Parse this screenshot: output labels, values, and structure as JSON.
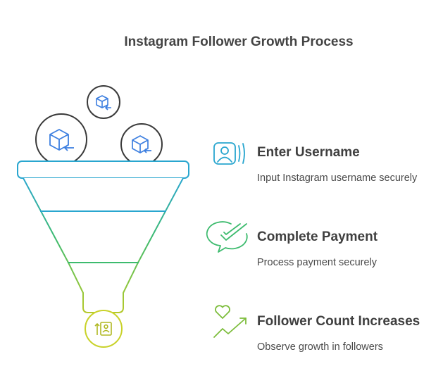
{
  "title": "Instagram Follower Growth Process",
  "steps": [
    {
      "icon": "user-profile-icon",
      "title": "Enter Username",
      "description": "Input Instagram username securely",
      "color": "#29a6cf"
    },
    {
      "icon": "payment-check-icon",
      "title": "Complete Payment",
      "description": "Process payment securely",
      "color": "#3dbb6e"
    },
    {
      "icon": "heart-growth-icon",
      "title": "Follower Count Increases",
      "description": "Observe growth in followers",
      "color": "#7dbd3c"
    }
  ],
  "funnel_inputs": [
    "box-arrow-icon",
    "box-arrow-icon",
    "box-arrow-icon"
  ],
  "funnel_output": "upload-profile-icon",
  "colors": {
    "blue": "#29a6cf",
    "green": "#3dbb6e",
    "lime": "#7dbd3c",
    "yellow": "#c9d22a",
    "icon_blue": "#3d7fe0",
    "circle_outline": "#3a3a3a"
  }
}
